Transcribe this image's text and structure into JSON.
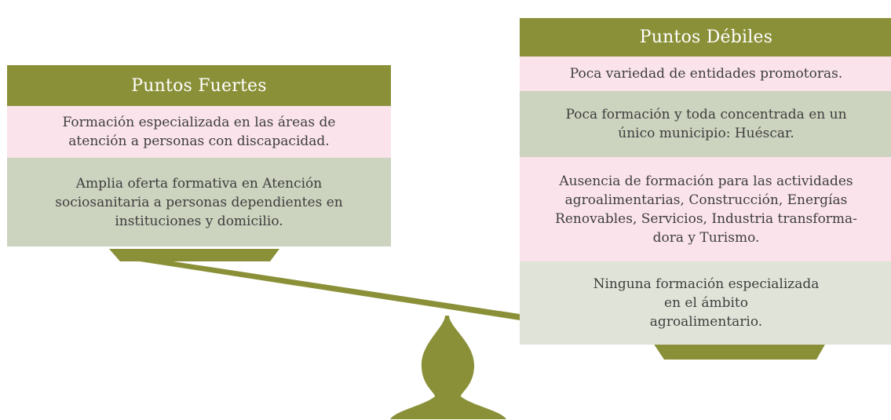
{
  "strengths": {
    "title": "Puntos Fuertes",
    "items": [
      "Formación especializada en las áreas de\natención a personas con discapacidad.",
      "Amplia oferta formativa en Atención\nsociosanitaria a personas dependientes en\ninstituciones y domicilio."
    ]
  },
  "weaknesses": {
    "title": "Puntos Débiles",
    "items": [
      "Poca variedad de entidades promotoras.",
      "Poca formación y toda concentrada en un\núnico municipio: Huéscar.",
      "Ausencia de formación para las actividades\nagroalimentarias, Construcción, Energías\nRenovables, Servicios, Industria transforma-\ndora y Turismo.",
      "Ninguna formación especializada\nen el ámbito\nagroalimentario."
    ]
  },
  "colors": {
    "header": "#8a9038",
    "pink_row": "#fae3ea",
    "sage_row": "#ccd3be",
    "light_sage_row": "#e0e4d8",
    "scale": "#8a9038"
  }
}
